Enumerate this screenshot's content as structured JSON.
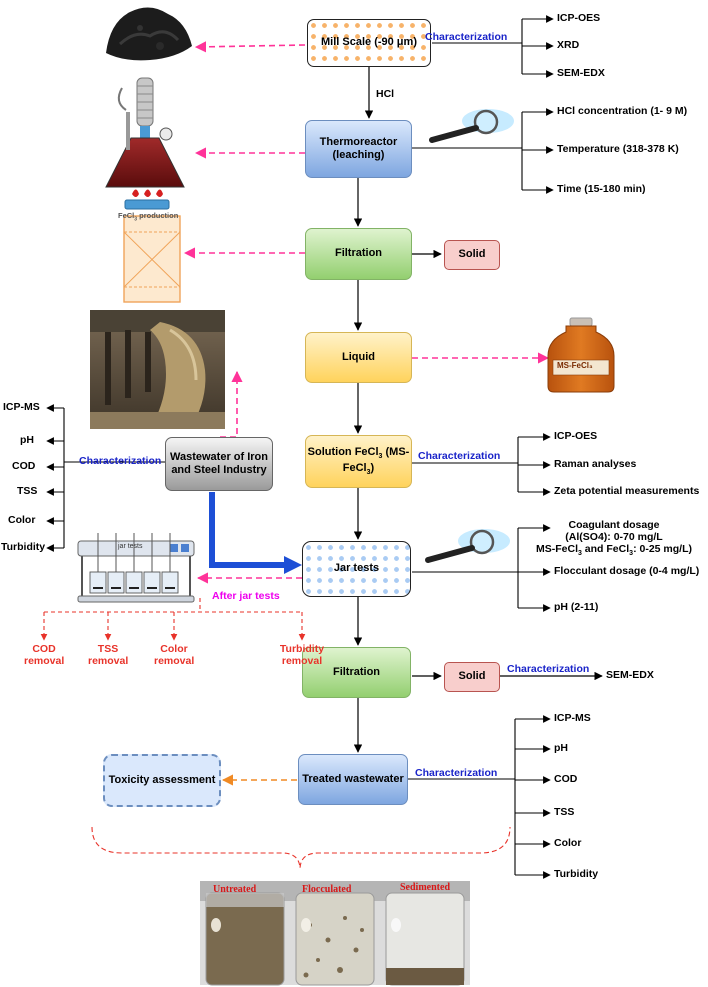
{
  "nodes": {
    "mill_scale": "Mill Scale (-90 μm)",
    "thermoreactor": "Thermoreactor (leaching)",
    "filtration1": "Filtration",
    "solid1": "Solid",
    "liquid": "Liquid",
    "solution_pre": "Solution FeCl",
    "solution_sub": "3",
    "solution_mid": " (MS-FeCl",
    "solution_sub2": "3",
    "solution_post": ")",
    "wastewater": "Wastewater of Iron and Steel Industry",
    "jar_tests": "Jar tests",
    "filtration2": "Filtration",
    "solid2": "Solid",
    "treated": "Treated wastewater",
    "toxicity": "Toxicity assessment"
  },
  "edge_labels": {
    "hcl": "HCl",
    "characterization": "Characterization",
    "after_jar_tests": "After jar tests"
  },
  "mill_scale_outputs": [
    "ICP-OES",
    "XRD",
    "SEM-EDX"
  ],
  "thermo_outputs": [
    "HCl concentration (1- 9 M)",
    "Temperature (318-378 K)",
    "Time (15-180 min)"
  ],
  "solution_outputs": [
    "ICP-OES",
    "Raman analyses",
    "Zeta potential measurements"
  ],
  "jar_outputs": {
    "coagulant_l1": "Coagulant dosage",
    "coagulant_l2": "(Al(SO4): 0-70 mg/L",
    "coagulant_l3_a": "MS-FeCl",
    "coagulant_l3_sub": "3",
    "coagulant_l3_b": " and FeCl",
    "coagulant_l3_sub2": "3",
    "coagulant_l3_c": ": 0-25 mg/L)",
    "flocculant": "Flocculant dosage (0-4 mg/L)",
    "ph": "pH (2-11)"
  },
  "solid2_output": "SEM-EDX",
  "wastewater_params": [
    "ICP-MS",
    "pH",
    "COD",
    "TSS",
    "Color",
    "Turbidity"
  ],
  "treated_params": [
    "ICP-MS",
    "pH",
    "COD",
    "TSS",
    "Color",
    "Turbidity"
  ],
  "removals": [
    {
      "l1": "COD",
      "l2": "removal"
    },
    {
      "l1": "TSS",
      "l2": "removal"
    },
    {
      "l1": "Color",
      "l2": "removal"
    },
    {
      "l1": "Turbidity",
      "l2": "removal"
    }
  ],
  "image_labels": {
    "fecl3_production_a": "FeCl",
    "fecl3_production_sub": "3",
    "fecl3_production_b": " production",
    "bottle_label": "MS-FeCl₃",
    "jar_tests_photo": "jar tests",
    "beaker_untreated": "Untreated",
    "beaker_flocculated": "Flocculated",
    "beaker_sedimented": "Sedimented"
  },
  "colors": {
    "characterization_text": "#1a24c9",
    "pink_arrow": "#ff3399",
    "magenta_text": "#ee00ee",
    "orange_arrow": "#f08a24",
    "red_text": "#e8332a",
    "blue_arrow": "#1d4fd6"
  }
}
